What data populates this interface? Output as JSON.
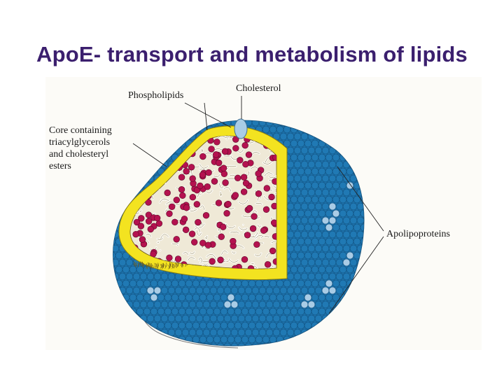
{
  "slide": {
    "title": "ApoE- transport and metabolism of lipids"
  },
  "figure": {
    "labels": {
      "phospholipids": "Phospholipids",
      "cholesterol": "Cholesterol",
      "core_line1": "Core containing",
      "core_line2": "triacylglycerols",
      "core_line3": "and cholesteryl",
      "core_line4": "esters",
      "apolipoproteins": "Apolipoproteins"
    },
    "colors": {
      "apolipoprotein": "#2079b4",
      "apolipoprotein_light": "#a9cce6",
      "phospholipid_layer": "#f1e21c",
      "core_lipid": "#b4124f",
      "core_background": "#efe9d7",
      "cholesterol": "#a9cce6",
      "title": "#3b1f6e"
    }
  }
}
